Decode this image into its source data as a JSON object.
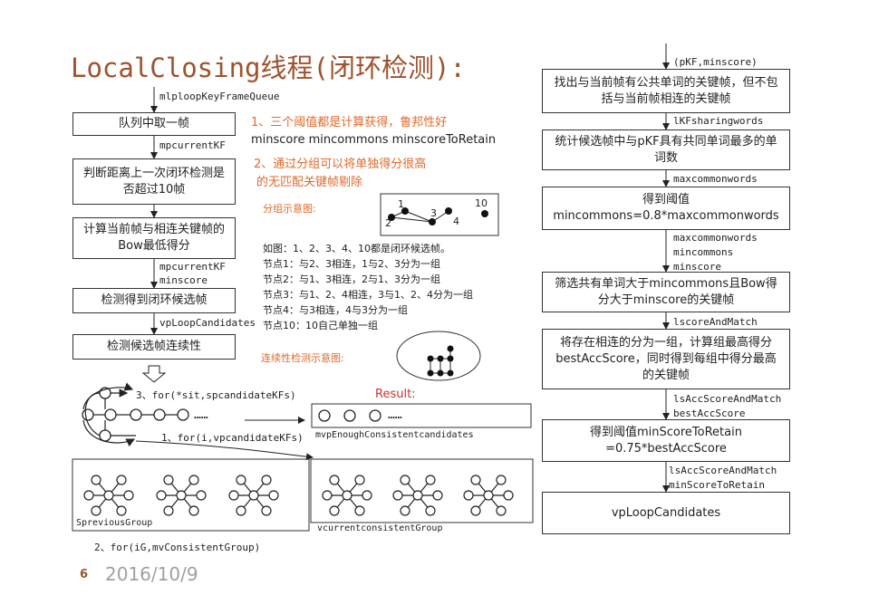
{
  "title": "LocalClosing线程(闭环检测):",
  "left_flow": {
    "in_label": "mlploopKeyFrameQueue",
    "box1": "队列中取一帧",
    "lbl1": "mpcurrentKF",
    "box2": "判断距离上一次闭环检测是否超过10帧",
    "box3": "计算当前帧与相连关键帧的Bow最低得分",
    "lbl3a": "mpcurrentKF",
    "lbl3b": "minscore",
    "box4": "检测得到闭环候选帧",
    "lbl4": "vpLoopCandidates",
    "box5": "检测候选帧连续性"
  },
  "notes": {
    "n1": "1、三个阈值都是计算获得，鲁邦性好",
    "n1b": "minscore mincommons minscoreToRetain",
    "n2a": "2、通过分组可以将单独得分很高",
    "n2b": "的无匹配关键帧剔除",
    "group_label": "分组示意图:",
    "node_labels": [
      "1",
      "2",
      "3",
      "4",
      "10"
    ],
    "ex0": "如图：1、2、3、4、10都是闭环候选帧。",
    "ex1": "节点1：与2、3相连，1与2、3分为一组",
    "ex2": "节点2：与1、3相连，2与1、3分为一组",
    "ex3": "节点3：与1、2、4相连，3与1、2、4分为一组",
    "ex4": "节点4：与3相连，4与3分为一组",
    "ex5": "节点10：10自己单独一组",
    "continuity_label": "连续性检测示意图:"
  },
  "bottom": {
    "loop3": "3、for(*sit,spcandidateKFs)",
    "dots": "……",
    "loop1": "1、for(i,vpcandidateKFs)",
    "result": "Result:",
    "result_dots": "……",
    "result_var": "mvpEnoughConsistentcandidates",
    "sprev": "SpreviousGroup",
    "vcur": "vcurrentconsistentGroup",
    "loop2": "2、for(iG,mvConsistentGroup)"
  },
  "right_flow": {
    "in_label": "(pKF,minscore)",
    "box1": "找出与当前帧有公共单词的关键帧，但不包括与当前帧相连的关键帧",
    "lbl1": "lKFsharingwords",
    "box2": "统计候选帧中与pKF具有共同单词最多的单词数",
    "lbl2": "maxcommonwords",
    "box3a": "得到阈值",
    "box3b": "mincommons=0.8*maxcommonwords",
    "lbl3a": "maxcommonwords",
    "lbl3b": "mincommons",
    "lbl3c": "minscore",
    "box4": "筛选共有单词大于mincommons且Bow得分大于minscore的关键帧",
    "lbl4": "lscoreAndMatch",
    "box5": "将存在相连的分为一组，计算组最高得分bestAccScore，同时得到每组中得分最高的关键帧",
    "lbl5a": "lsAccScoreAndMatch",
    "lbl5b": "bestAccScore",
    "box6a": "得到阈值minScoreToRetain",
    "box6b": "=0.75*bestAccScore",
    "lbl6a": "lsAccScoreAndMatch",
    "lbl6b": "minScoreToRetain",
    "box7": "vpLoopCandidates"
  },
  "footer": {
    "page": "6",
    "date": "2016/10/9"
  }
}
